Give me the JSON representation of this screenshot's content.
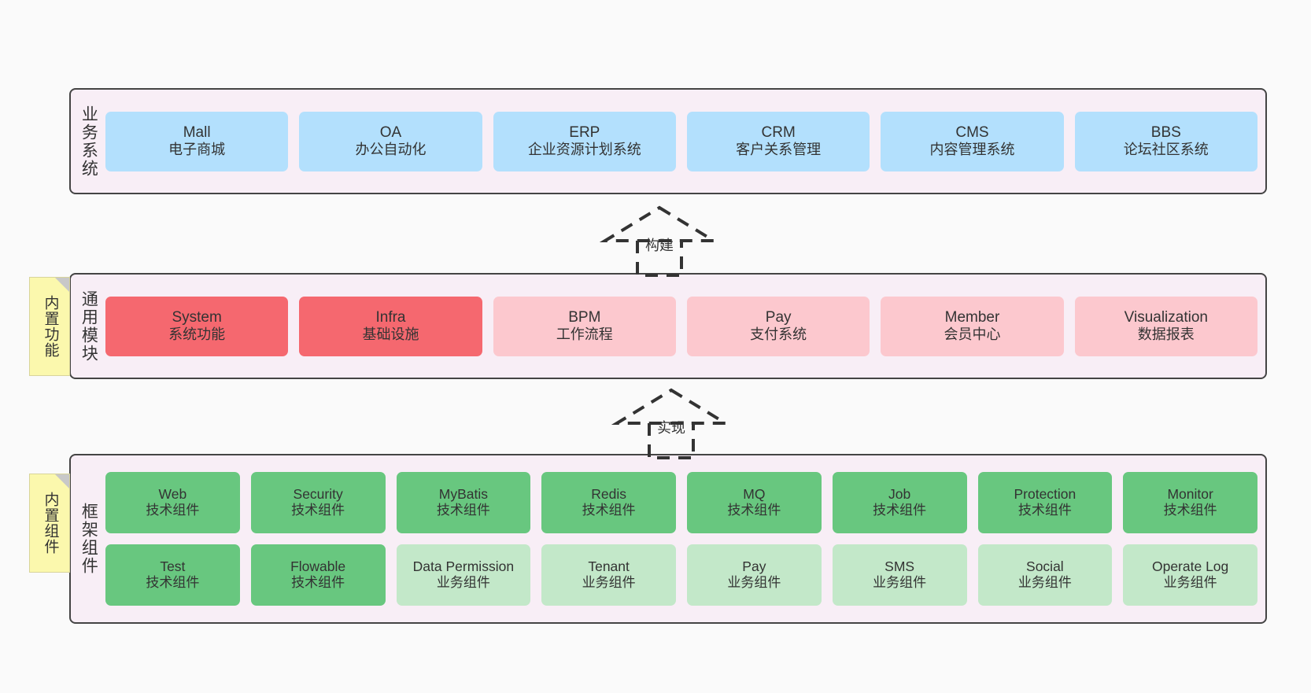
{
  "diagram": {
    "title": "ruoyi-vue-pro architecture layers",
    "colors": {
      "band_bg": "#f8eef6",
      "band_border": "#444444",
      "blue": "#b3e0fd",
      "red": "#f5686f",
      "pink": "#fcc8ce",
      "green": "#68c77f",
      "light_green": "#c3e8c9",
      "note_yellow": "#fbf8ad",
      "canvas": "#fafafa"
    }
  },
  "layers": [
    {
      "id": "business-system",
      "title": "业务系统",
      "rows": [
        {
          "cells": [
            {
              "en": "Mall",
              "cn": "电子商城",
              "style": "c-blue"
            },
            {
              "en": "OA",
              "cn": "办公自动化",
              "style": "c-blue"
            },
            {
              "en": "ERP",
              "cn": "企业资源计划系统",
              "style": "c-blue"
            },
            {
              "en": "CRM",
              "cn": "客户关系管理",
              "style": "c-blue"
            },
            {
              "en": "CMS",
              "cn": "内容管理系统",
              "style": "c-blue"
            },
            {
              "en": "BBS",
              "cn": "论坛社区系统",
              "style": "c-blue"
            }
          ]
        }
      ]
    },
    {
      "id": "common-module",
      "title": "通用模块",
      "note": "内置功能",
      "rows": [
        {
          "cells": [
            {
              "en": "System",
              "cn": "系统功能",
              "style": "c-red"
            },
            {
              "en": "Infra",
              "cn": "基础设施",
              "style": "c-red"
            },
            {
              "en": "BPM",
              "cn": "工作流程",
              "style": "c-pink"
            },
            {
              "en": "Pay",
              "cn": "支付系统",
              "style": "c-pink"
            },
            {
              "en": "Member",
              "cn": "会员中心",
              "style": "c-pink"
            },
            {
              "en": "Visualization",
              "cn": "数据报表",
              "style": "c-pink"
            }
          ]
        }
      ]
    },
    {
      "id": "framework-component",
      "title": "框架组件",
      "note": "内置组件",
      "rows": [
        {
          "cells": [
            {
              "en": "Web",
              "cn": "技术组件",
              "style": "c-green"
            },
            {
              "en": "Security",
              "cn": "技术组件",
              "style": "c-green"
            },
            {
              "en": "MyBatis",
              "cn": "技术组件",
              "style": "c-green"
            },
            {
              "en": "Redis",
              "cn": "技术组件",
              "style": "c-green"
            },
            {
              "en": "MQ",
              "cn": "技术组件",
              "style": "c-green"
            },
            {
              "en": "Job",
              "cn": "技术组件",
              "style": "c-green"
            },
            {
              "en": "Protection",
              "cn": "技术组件",
              "style": "c-green"
            },
            {
              "en": "Monitor",
              "cn": "技术组件",
              "style": "c-green"
            }
          ]
        },
        {
          "cells": [
            {
              "en": "Test",
              "cn": "技术组件",
              "style": "c-green"
            },
            {
              "en": "Flowable",
              "cn": "技术组件",
              "style": "c-green"
            },
            {
              "en": "Data Permission",
              "cn": "业务组件",
              "style": "c-lgreen"
            },
            {
              "en": "Tenant",
              "cn": "业务组件",
              "style": "c-lgreen"
            },
            {
              "en": "Pay",
              "cn": "业务组件",
              "style": "c-lgreen"
            },
            {
              "en": "SMS",
              "cn": "业务组件",
              "style": "c-lgreen"
            },
            {
              "en": "Social",
              "cn": "业务组件",
              "style": "c-lgreen"
            },
            {
              "en": "Operate Log",
              "cn": "业务组件",
              "style": "c-lgreen"
            }
          ]
        }
      ]
    }
  ],
  "connectors": [
    {
      "id": "build",
      "label": "构建",
      "from": "common-module",
      "to": "business-system"
    },
    {
      "id": "implement",
      "label": "实现",
      "from": "framework-component",
      "to": "common-module"
    }
  ]
}
